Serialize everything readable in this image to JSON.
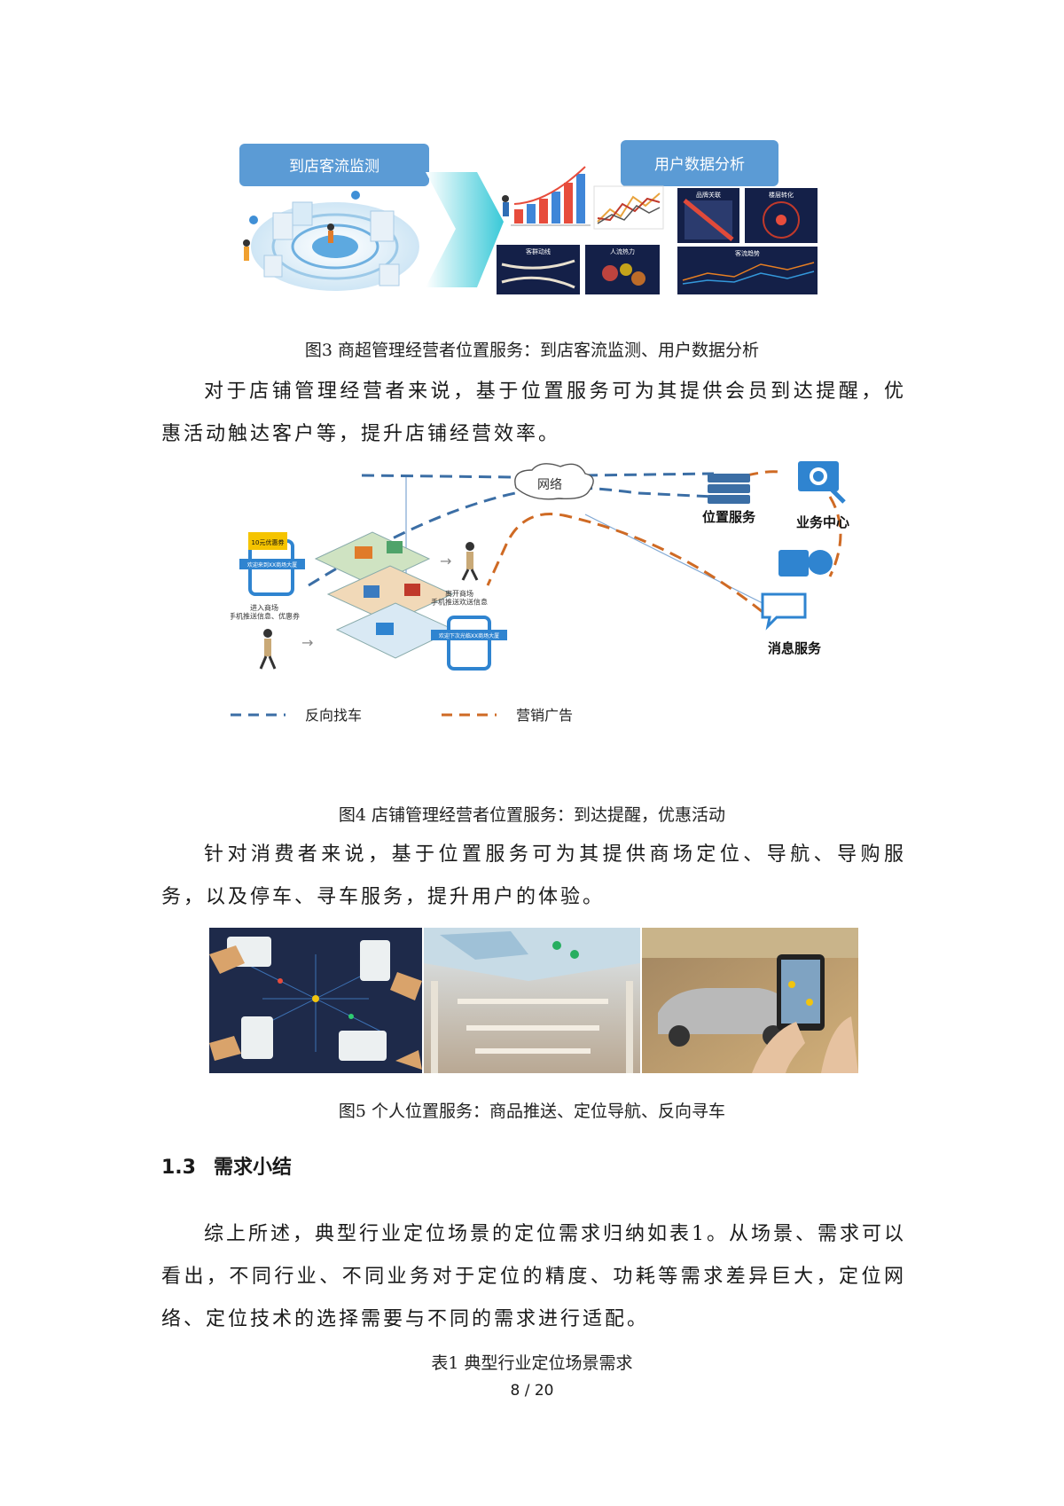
{
  "figure3": {
    "label_left": "到店客流监测",
    "label_right": "用户数据分析",
    "panel_titles": [
      "品牌关联",
      "楼层转化",
      "客群动线",
      "人流热力",
      "客流趋势"
    ],
    "caption": "图3 商超管理经营者位置服务：到店客流监测、用户数据分析"
  },
  "para1": "对于店铺管理经营者来说，基于位置服务可为其提供会员到达提醒，优惠活动触达客户等，提升店铺经营效率。",
  "figure4": {
    "network": "网络",
    "location_service": "位置服务",
    "business_center": "业务中心",
    "message_service": "消息服务",
    "enter_mall": "进入商场\n手机推送信息、优惠券",
    "leave_mall": "离开商场\n手机推送欢送信息",
    "phone1_text": "欢迎来到XX商场大厦",
    "phone2_text": "欢迎下次光临XX商场大厦",
    "promo_text": "10元优惠券",
    "legend_reverse": "反向找车",
    "legend_marketing": "营销广告",
    "caption": "图4 店铺管理经营者位置服务：到达提醒，优惠活动",
    "colors": {
      "blue_dash": "#3b6ea5",
      "orange_dash": "#cf6a24"
    }
  },
  "para2": "针对消费者来说，基于位置服务可为其提供商场定位、导航、导购服务，以及停车、寻车服务，提升用户的体验。",
  "figure5": {
    "caption": "图5 个人位置服务：商品推送、定位导航、反向寻车"
  },
  "section": {
    "number": "1.3",
    "title": "需求小结"
  },
  "para3": "综上所述，典型行业定位场景的定位需求归纳如表1。从场景、需求可以看出，不同行业、不同业务对于定位的精度、功耗等需求差异巨大，定位网络、定位技术的选择需要与不同的需求进行适配。",
  "table_caption": "表1 典型行业定位场景需求",
  "page_number": "8 / 20"
}
